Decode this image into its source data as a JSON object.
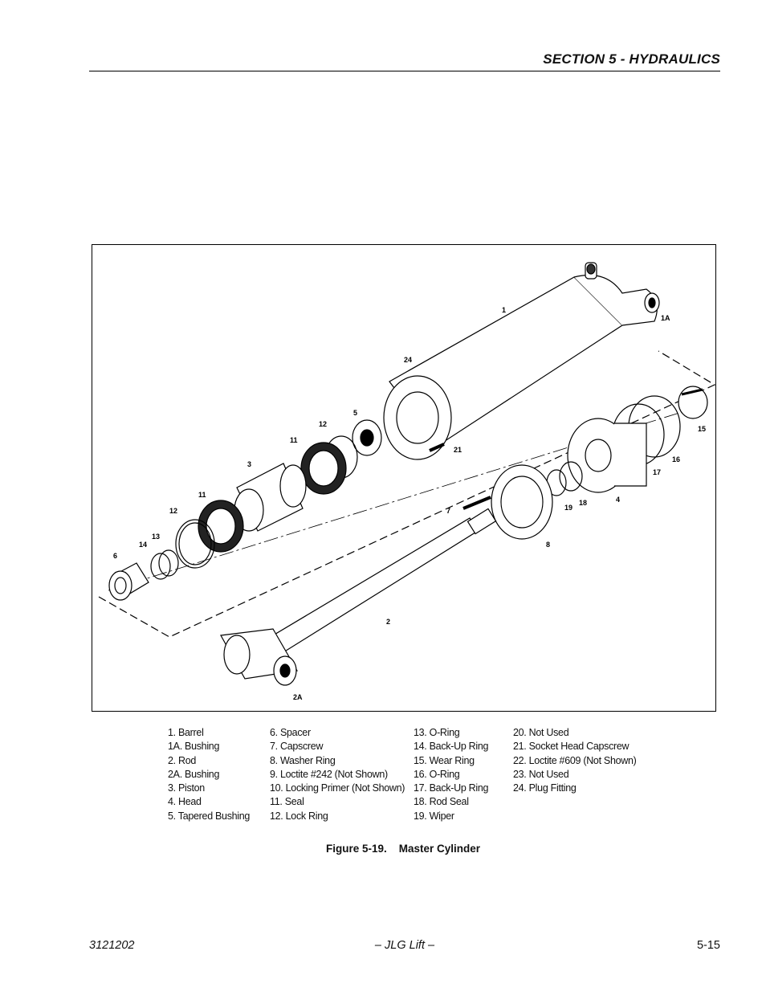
{
  "header": {
    "section_title": "SECTION 5 - HYDRAULICS"
  },
  "figure": {
    "callouts": [
      "1",
      "1A",
      "24",
      "5",
      "21",
      "12",
      "11",
      "3",
      "15",
      "16",
      "17",
      "4",
      "18",
      "19",
      "7",
      "8",
      "11",
      "12",
      "13",
      "14",
      "6",
      "2",
      "2A"
    ]
  },
  "legend": {
    "col1": [
      "1.   Barrel",
      "1A. Bushing",
      "2.   Rod",
      "2A. Bushing",
      "3.   Piston",
      "4.    Head",
      "5.   Tapered Bushing"
    ],
    "col2": [
      "6.   Spacer",
      "7.   Capscrew",
      "8.   Washer Ring",
      "9.   Loctite #242 (Not Shown)",
      "10. Locking Primer (Not Shown)",
      "11.  Seal",
      "12. Lock Ring"
    ],
    "col3": [
      "13. O-Ring",
      "14. Back-Up Ring",
      "15. Wear Ring",
      "16. O-Ring",
      "17.  Back-Up Ring",
      "18. Rod Seal",
      "19. Wiper"
    ],
    "col4": [
      "20. Not Used",
      "21. Socket Head Capscrew",
      "22. Loctite #609 (Not Shown)",
      "23. Not Used",
      "24. Plug Fitting"
    ]
  },
  "caption": {
    "label": "Figure 5-19.",
    "title": "Master Cylinder"
  },
  "footer": {
    "doc_number": "3121202",
    "publisher": "– JLG Lift –",
    "page": "5-15"
  }
}
